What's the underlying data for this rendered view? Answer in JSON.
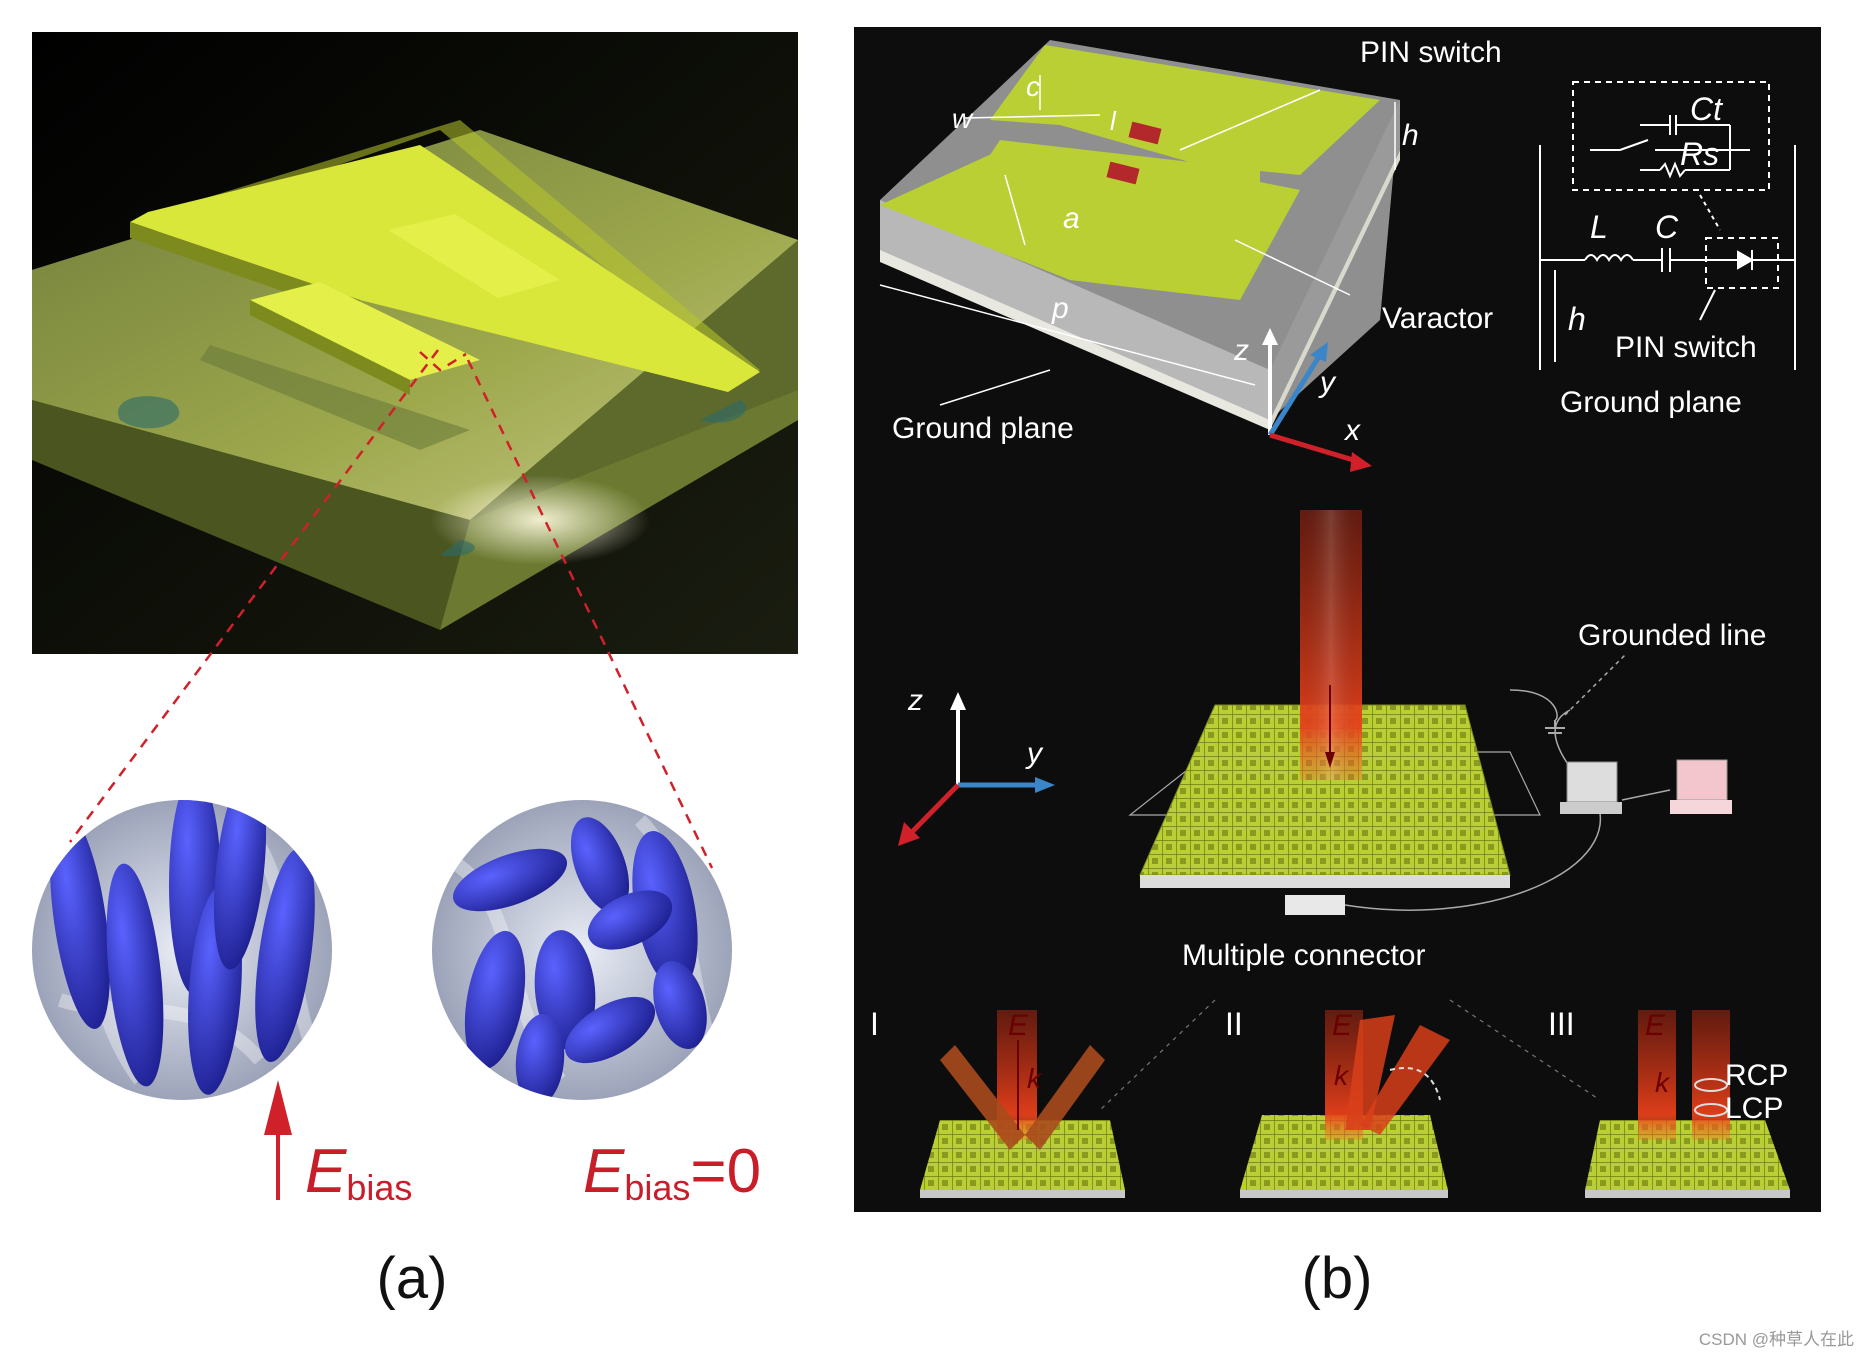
{
  "panel_a": {
    "caption": "(a)",
    "e_bias_symbol": "E",
    "e_bias_sub": "bias",
    "e_bias_zero_symbol": "E",
    "e_bias_zero_sub": "bias",
    "e_bias_zero_suffix": "=0"
  },
  "panel_b": {
    "caption": "(b)",
    "labels": {
      "pin_switch": "PIN switch",
      "varactor": "Varactor",
      "ground_plane": "Ground plane",
      "dim_c": "c",
      "dim_w": "w",
      "dim_l": "l",
      "dim_h": "h",
      "dim_a": "a",
      "dim_p": "p",
      "axis_z": "z",
      "axis_y": "y",
      "axis_x": "x"
    },
    "circuit": {
      "ct": "Ct",
      "rs": "Rs",
      "l": "L",
      "c": "C",
      "h": "h",
      "pin_switch": "PIN switch",
      "ground_plane": "Ground plane"
    },
    "array": {
      "axis_z": "z",
      "axis_y": "y",
      "grounded_line": "Grounded line",
      "multiple_connector": "Multiple connector"
    },
    "modes": [
      {
        "numeral": "I",
        "e": "E",
        "k": "k"
      },
      {
        "numeral": "II",
        "e": "E",
        "k": "k"
      },
      {
        "numeral": "III",
        "e": "E",
        "k": "k",
        "rcp": "RCP",
        "lcp": "LCP"
      }
    ]
  },
  "watermark": "CSDN @种草人在此",
  "colors": {
    "patch_yellow": "#b7cc2a",
    "liquid_crystal_blue": "#2a2fb8",
    "annotation_red": "#d0202a",
    "beam_red": "#e03a1a",
    "axis_blue": "#3a86c8",
    "panel_bg": "#0d0d0d"
  }
}
